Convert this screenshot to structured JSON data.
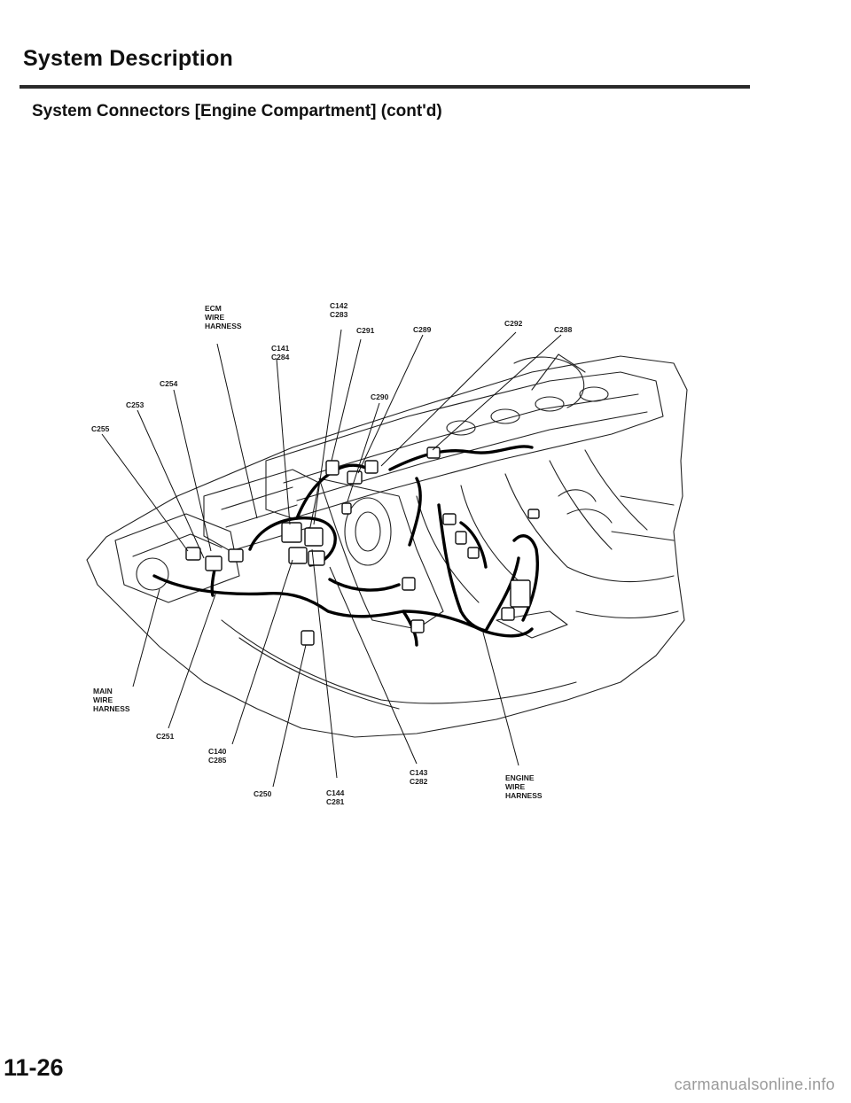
{
  "header": {
    "title": "System Description",
    "subtitle": "System Connectors [Engine Compartment] (cont'd)"
  },
  "diagram": {
    "labels": {
      "ecm_harness": [
        "ECM",
        "WIRE",
        "HARNESS"
      ],
      "c142_c283": [
        "C142",
        "C283"
      ],
      "c292": [
        "C292"
      ],
      "c141_c284": [
        "C141",
        "C284"
      ],
      "c291": [
        "C291"
      ],
      "c289": [
        "C289"
      ],
      "c288": [
        "C288"
      ],
      "c254": [
        "C254"
      ],
      "c290": [
        "C290"
      ],
      "c253": [
        "C253"
      ],
      "c255": [
        "C255"
      ],
      "main_harness": [
        "MAIN",
        "WIRE",
        "HARNESS"
      ],
      "c251": [
        "C251"
      ],
      "c140_c285": [
        "C140",
        "C285"
      ],
      "c250": [
        "C250"
      ],
      "c144_c281": [
        "C144",
        "C281"
      ],
      "c143_c282": [
        "C143",
        "C282"
      ],
      "engine_harness": [
        "ENGINE",
        "WIRE",
        "HARNESS"
      ]
    }
  },
  "footer": {
    "page_number": "11-26",
    "watermark": "carmanualsonline.info"
  }
}
